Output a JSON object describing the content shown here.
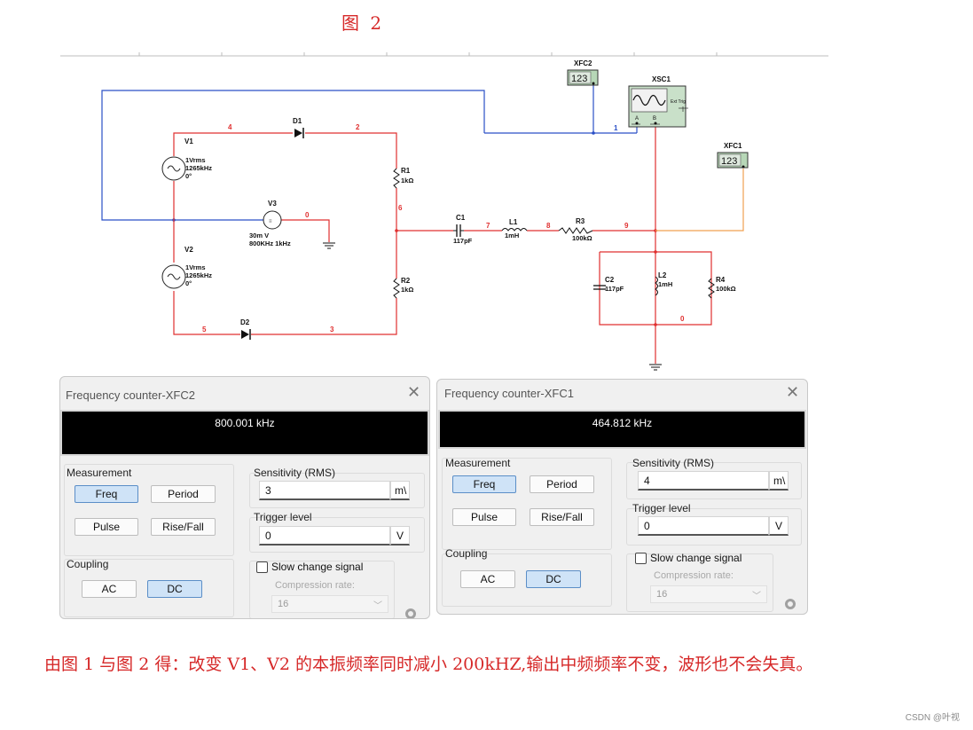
{
  "figure_title": "图 2",
  "schematic": {
    "instruments": {
      "xfc2_label": "XFC2",
      "xfc2_display": "123",
      "xfc1_label": "XFC1",
      "xfc1_display": "123",
      "xsc1_label": "XSC1",
      "xsc1_ext_trig": "Ext Trig",
      "xsc1_a": "A",
      "xsc1_b": "B"
    },
    "components": {
      "v1": {
        "name": "V1",
        "line1": "1Vrms",
        "line2": "1265kHz",
        "line3": "0°"
      },
      "v2": {
        "name": "V2",
        "line1": "1Vrms",
        "line2": "1265kHz",
        "line3": "0°"
      },
      "v3": {
        "name": "V3",
        "line1": "30m V",
        "line2": "800KHz 1kHz"
      },
      "d1": "D1",
      "d2": "D2",
      "r1": {
        "name": "R1",
        "value": "1kΩ"
      },
      "r2": {
        "name": "R2",
        "value": "1kΩ"
      },
      "c1": {
        "name": "C1",
        "value": "117pF"
      },
      "l1": {
        "name": "L1",
        "value": "1mH"
      },
      "r3": {
        "name": "R3",
        "value": "100kΩ"
      },
      "c2": {
        "name": "C2",
        "value": "117pF"
      },
      "l2": {
        "name": "L2",
        "value": "1mH"
      },
      "r4": {
        "name": "R4",
        "value": "100kΩ"
      }
    },
    "nets": {
      "n4": "4",
      "n2": "2",
      "n6": "6",
      "n0a": "0",
      "n7": "7",
      "n8": "8",
      "n9": "9",
      "n5": "5",
      "n3": "3",
      "n0b": "0",
      "n1": "1"
    },
    "colors": {
      "red_wire": "#e03030",
      "blue_wire": "#2a4fc6",
      "orange_wire": "#f0a050"
    }
  },
  "windows": [
    {
      "title": "Frequency counter-XFC2",
      "display": "800.001 kHz",
      "measurement_label": "Measurement",
      "buttons": {
        "freq": "Freq",
        "period": "Period",
        "pulse": "Pulse",
        "risefall": "Rise/Fall"
      },
      "coupling_label": "Coupling",
      "coupling": {
        "ac": "AC",
        "dc": "DC"
      },
      "sensitivity_label": "Sensitivity (RMS)",
      "sensitivity_value": "3",
      "sensitivity_unit": "m\\",
      "trigger_label": "Trigger level",
      "trigger_value": "0",
      "trigger_unit": "V",
      "slow_change": "Slow change signal",
      "compression_label": "Compression rate:",
      "compression_value": "16"
    },
    {
      "title": "Frequency counter-XFC1",
      "display": "464.812 kHz",
      "measurement_label": "Measurement",
      "buttons": {
        "freq": "Freq",
        "period": "Period",
        "pulse": "Pulse",
        "risefall": "Rise/Fall"
      },
      "coupling_label": "Coupling",
      "coupling": {
        "ac": "AC",
        "dc": "DC"
      },
      "sensitivity_label": "Sensitivity (RMS)",
      "sensitivity_value": "4",
      "sensitivity_unit": "m\\",
      "trigger_label": "Trigger level",
      "trigger_value": "0",
      "trigger_unit": "V",
      "slow_change": "Slow change signal",
      "compression_label": "Compression rate:",
      "compression_value": "16"
    }
  ],
  "conclusion": "由图 1 与图 2 得：改变 V1、V2 的本振频率同时减小 200kHZ,输出中频频率不变，波形也不会失真。",
  "watermark": "CSDN @叶视"
}
